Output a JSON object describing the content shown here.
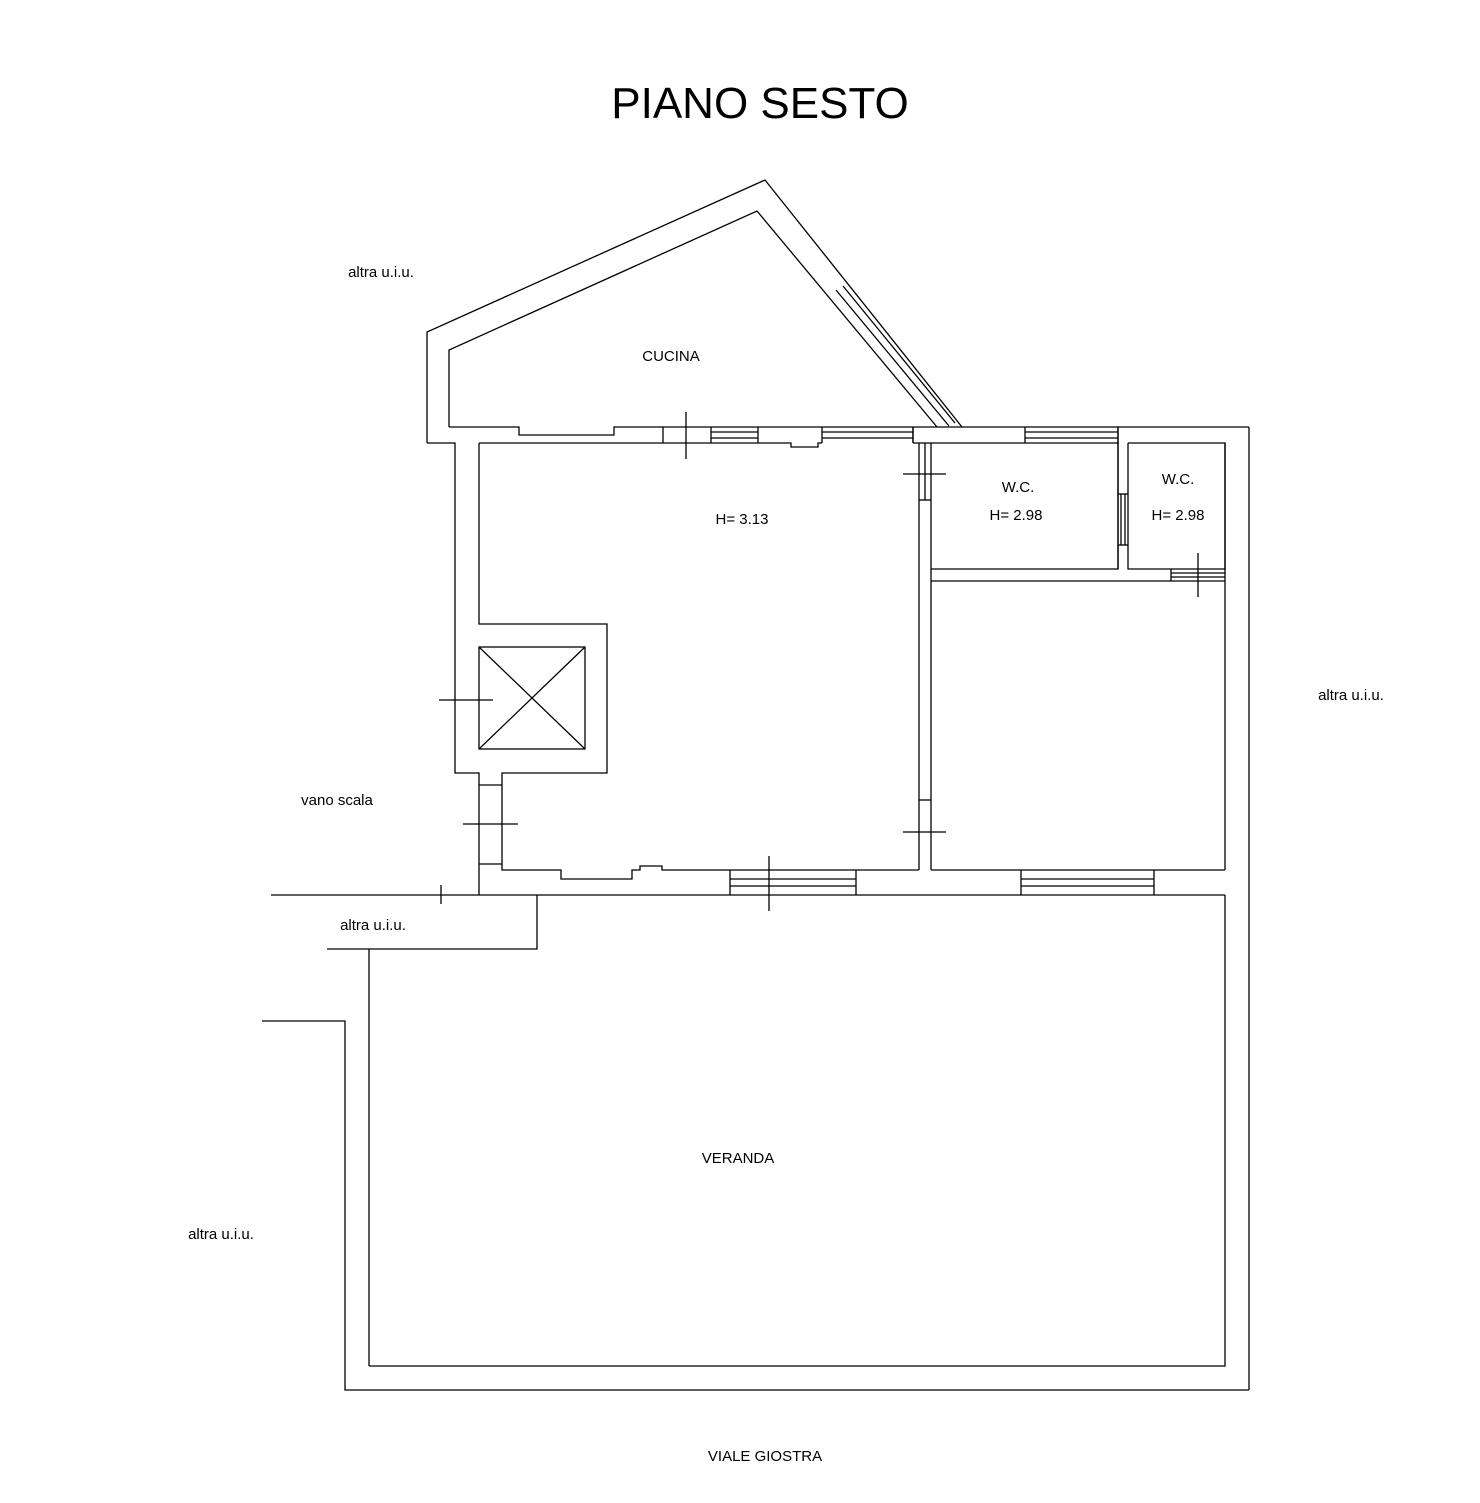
{
  "title": "PIANO SESTO",
  "rooms": {
    "cucina": "CUCINA",
    "main_height": "H= 3.13",
    "wc1_name": "W.C.",
    "wc1_height": "H= 2.98",
    "wc2_name": "W.C.",
    "wc2_height": "H= 2.98",
    "veranda": "VERANDA"
  },
  "surroundings": {
    "neighbor_top_left": "altra u.i.u.",
    "neighbor_right": "altra u.i.u.",
    "neighbor_mid_left": "altra u.i.u.",
    "neighbor_bottom_left": "altra u.i.u.",
    "stairwell": "vano scala",
    "street": "VIALE GIOSTRA"
  }
}
